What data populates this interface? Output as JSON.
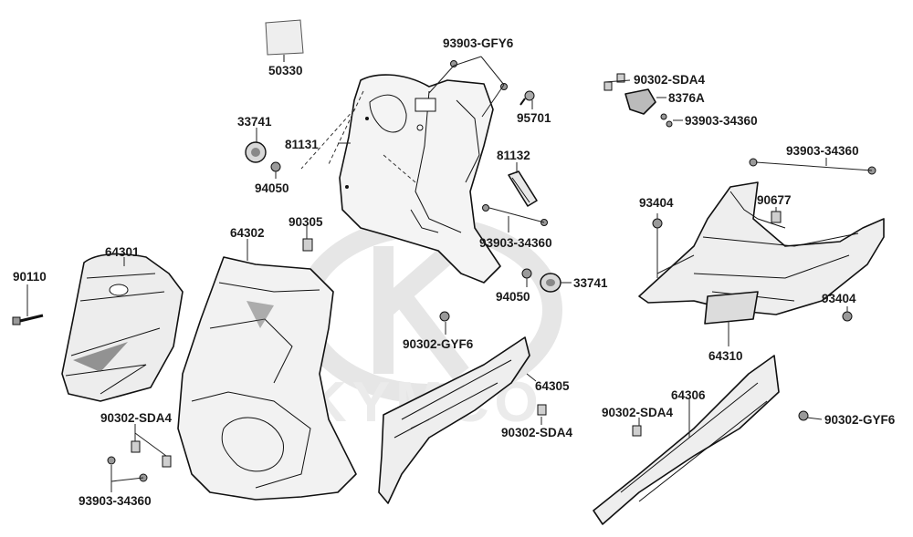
{
  "diagram": {
    "watermark_text": "KYMCO",
    "part_labels": {
      "p50330": "50330",
      "p93903_gfy6": "93903-GFY6",
      "p33741_a": "33741",
      "p81131": "81131",
      "p95701": "95701",
      "p94050_a": "94050",
      "p81132": "81132",
      "p90305": "90305",
      "p64302": "64302",
      "p93903_34360_mid": "93903-34360",
      "p94050_b": "94050",
      "p33741_b": "33741",
      "p64301": "64301",
      "p90110": "90110",
      "p90302_gyf6_mid": "90302-GYF6",
      "p90302_sda4_top": "90302-SDA4",
      "p8376a": "8376A",
      "p93903_34360_top": "93903-34360",
      "p93903_34360_right": "93903-34360",
      "p93404_a": "93404",
      "p90677": "90677",
      "p93404_b": "93404",
      "p64310": "64310",
      "p64305": "64305",
      "p90302_sda4_left": "90302-SDA4",
      "p90302_sda4_mid": "90302-SDA4",
      "p93903_34360_left": "93903-34360",
      "p64306": "64306",
      "p90302_sda4_right": "90302-SDA4",
      "p90302_gyf6_right": "90302-GYF6"
    }
  }
}
